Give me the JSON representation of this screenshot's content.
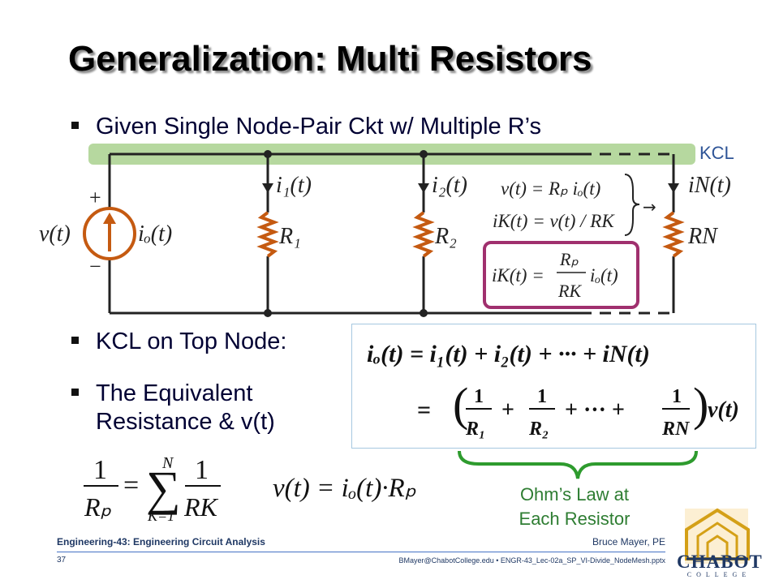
{
  "slide": {
    "title": "Generalization: Multi Resistors",
    "bullets": [
      "Given Single Node-Pair Ckt w/ Multiple R’s",
      "KCL on Top Node:",
      "The Equivalent",
      "Resistance & v(t)"
    ],
    "kcl_label": "KCL",
    "ohm_note": [
      "Ohm’s Law at",
      "Each Resistor"
    ]
  },
  "circuit": {
    "source_plus": "+",
    "source_minus": "−",
    "v_of_t": "v(t)",
    "io_of_t": "iₒ(t)",
    "currents": [
      "i₁(t)",
      "i₂(t)",
      "iN(t)"
    ],
    "resistors": [
      "R₁",
      "R₂",
      "RN"
    ],
    "eq_v": "v(t) = Rₚ iₒ(t)",
    "eq_ik": "iK(t) = v(t) / RK",
    "arrow": "→",
    "eq_boxed": {
      "lhs": "iK(t) =",
      "num": "Rₚ",
      "den": "RK",
      "rhs": "iₒ(t)"
    }
  },
  "formulas": {
    "kcl_row1": "iₒ(t) = i₁(t) + i₂(t) + ··· + iN(t)",
    "kcl_row2_lead": "=",
    "kcl_terms": [
      "R₁",
      "R₂",
      "RN"
    ],
    "kcl_row2_tail": "v(t)",
    "rp_lhs_den": "Rₚ",
    "sum_top": "N",
    "sum_bottom": "K=1",
    "sum_den": "RK",
    "one": "1",
    "v_eq": "v(t) = iₒ(t)·Rₚ"
  },
  "footer": {
    "course": "Engineering-43: Engineering Circuit Analysis",
    "author": "Bruce Mayer, PE",
    "slide_number": "37",
    "info": "BMayer@ChabotCollege.edu  •  ENGR-43_Lec-02a_SP_VI-Divide_NodeMesh.pptx",
    "logo_text": "CHABOT",
    "logo_sub": "COLLEGE"
  },
  "colors": {
    "kcl_band": "#a9d18e",
    "box_magenta": "#a0306e",
    "brace_green": "#2e9b2e",
    "footer_blue": "#1f3864"
  }
}
